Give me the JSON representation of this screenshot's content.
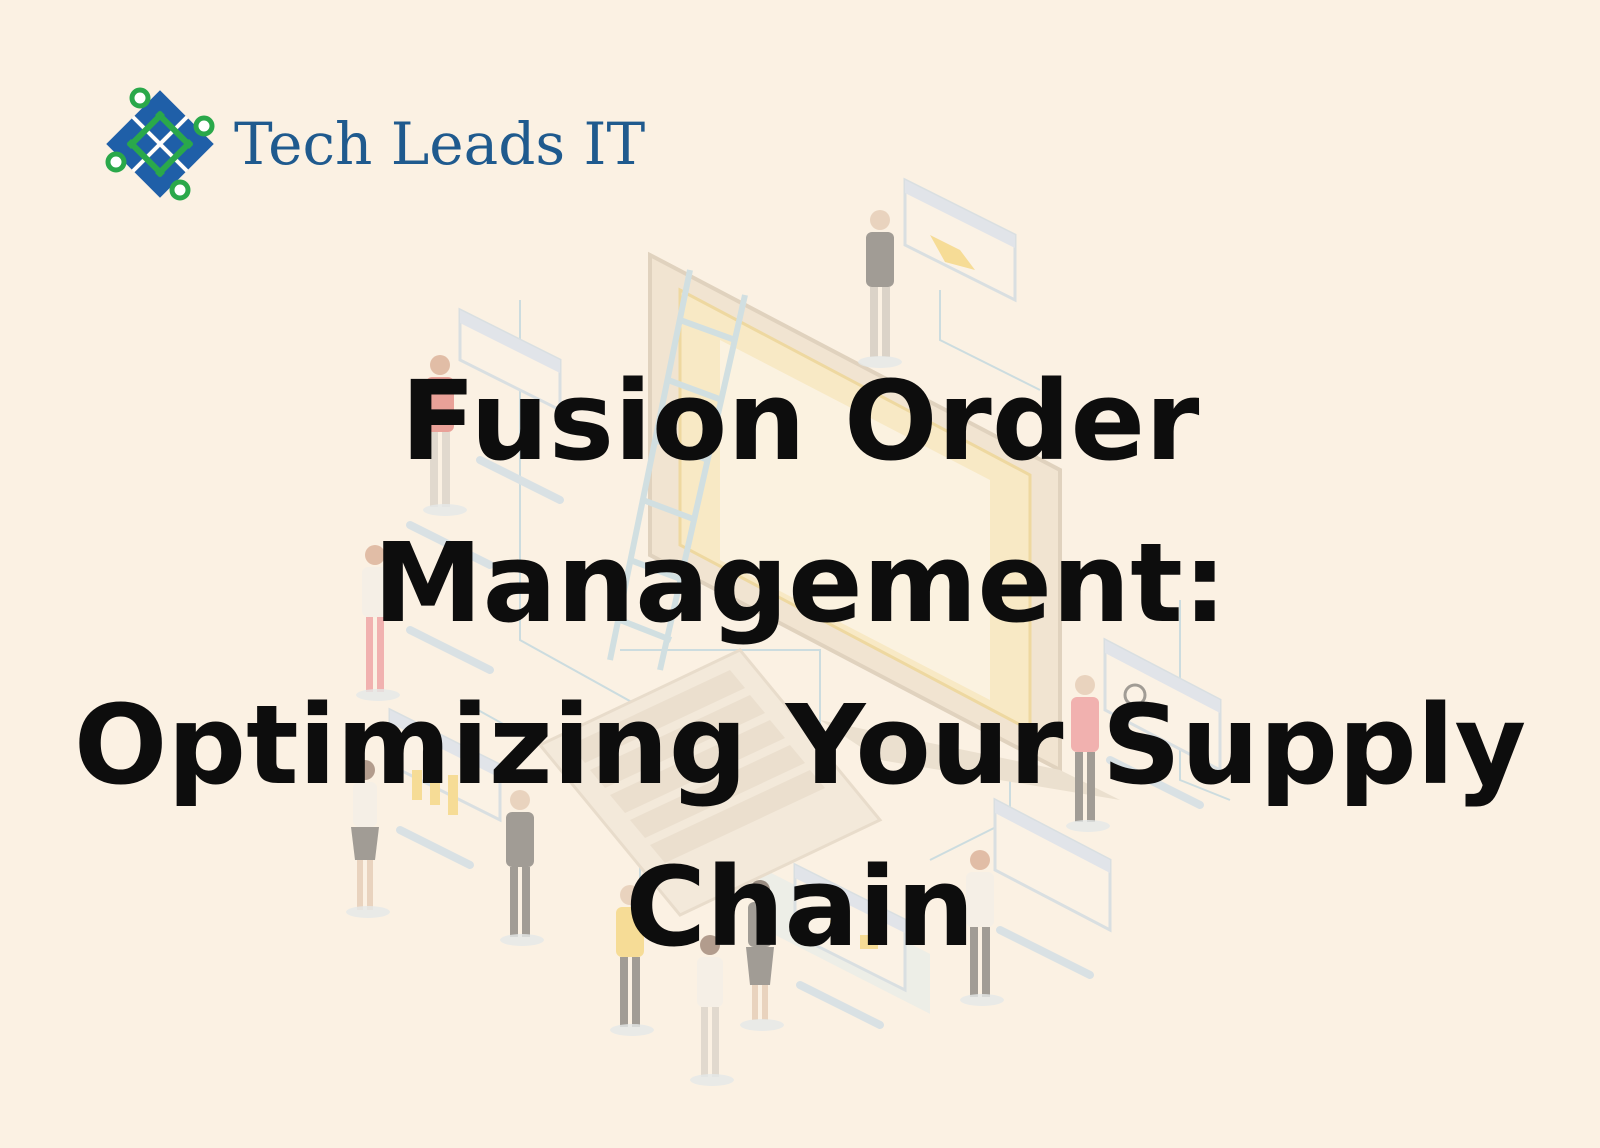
{
  "brand": {
    "name": "Tech Leads IT",
    "text_color": "#1f5a8e",
    "mark_blue": "#1f5fa8",
    "mark_green": "#2aa84a"
  },
  "headline": {
    "lines": [
      "Fusion Order Management:",
      "Optimizing Your Supply",
      "Chain"
    ],
    "color": "#0d0d0d"
  },
  "background": {
    "color": "#fbf1e3"
  }
}
